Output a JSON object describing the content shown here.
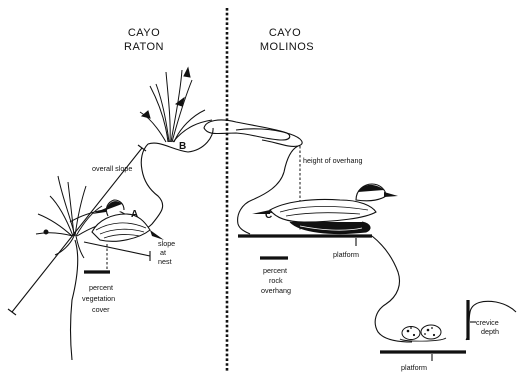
{
  "panels": {
    "left": {
      "title_line1": "CAYO",
      "title_line2": "RATON"
    },
    "right": {
      "title_line1": "CAYO",
      "title_line2": "MOLINOS"
    }
  },
  "labels": {
    "overall_slope": "overall slope",
    "marker_a": "A",
    "marker_b": "B",
    "marker_c": "C",
    "slope_at_nest_1": "slope",
    "slope_at_nest_2": "at",
    "slope_at_nest_3": "nest",
    "veg_cover_1": "percent",
    "veg_cover_2": "vegetation",
    "veg_cover_3": "cover",
    "height_of_overhang": "height of overhang",
    "rock_overhang_1": "percent",
    "rock_overhang_2": "rock",
    "rock_overhang_3": "overhang",
    "platform_upper": "platform",
    "crevice_depth_1": "crevice",
    "crevice_depth_2": "depth",
    "platform_lower": "platform"
  }
}
